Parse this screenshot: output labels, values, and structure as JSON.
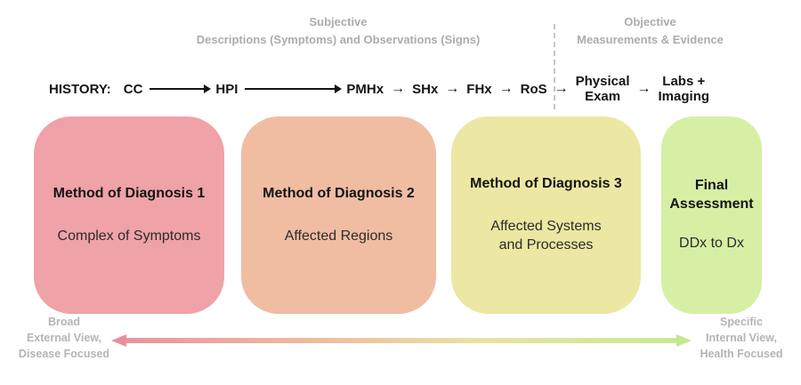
{
  "header": {
    "subjective": {
      "title": "Subjective",
      "subtitle": "Descriptions (Symptoms) and Observations (Signs)"
    },
    "objective": {
      "title": "Objective",
      "subtitle": "Measurements & Evidence"
    }
  },
  "history": {
    "label": "HISTORY:",
    "steps": [
      "CC",
      "HPI",
      "PMHx",
      "SHx",
      "FHx",
      "RoS"
    ],
    "physical_exam": "Physical\nExam",
    "labs_imaging": "Labs +\nImaging",
    "arrow_glyph": "→"
  },
  "boxes": [
    {
      "title": "Method of Diagnosis 1",
      "body": "Complex of Symptoms",
      "color": "#efa2a7"
    },
    {
      "title": "Method of Diagnosis 2",
      "body": "Affected Regions",
      "color": "#f0bda3"
    },
    {
      "title": "Method of Diagnosis 3",
      "body": "Affected Systems\nand Processes",
      "color": "#ece7a2"
    },
    {
      "title": "Final\nAssessment",
      "body": "DDx to Dx",
      "color": "#d7efa5"
    }
  ],
  "footer": {
    "left_label": "Broad\nExternal View,\nDisease Focused",
    "right_label": "Specific\nInternal View,\nHealth Focused",
    "gradient_left_color": "#e9949e",
    "gradient_right_color": "#c8e893"
  },
  "colors": {
    "muted_header_text": "#acacac",
    "muted_footer_text": "#b4b4b4",
    "flow_text": "#141414"
  }
}
